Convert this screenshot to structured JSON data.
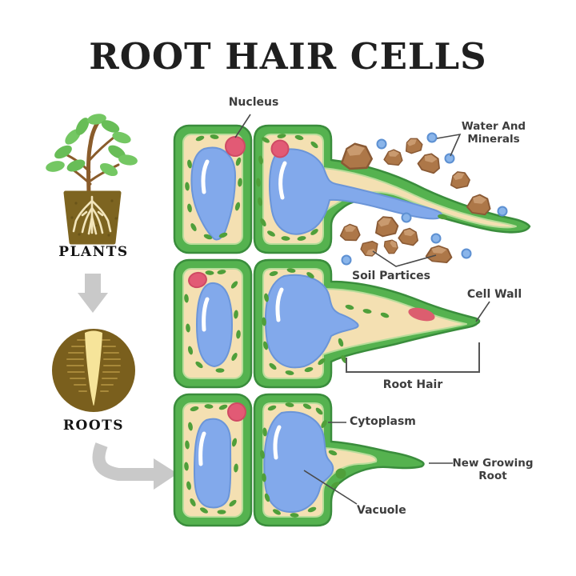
{
  "title": "ROOT HAIR CELLS",
  "left_panel": {
    "plants_label": "PLANTS",
    "roots_label": "ROOTS"
  },
  "annotations": {
    "nucleus": "Nucleus",
    "water_and_minerals": {
      "line1": "Water And",
      "line2": "Minerals"
    },
    "soil_particles": "Soil Partices",
    "cell_wall": "Cell Wall",
    "root_hair": "Root Hair",
    "cytoplasm": "Cytoplasm",
    "new_growing_root": {
      "line1": "New Growing",
      "line2": "Root"
    },
    "vacuole": "Vacuole"
  },
  "colors": {
    "cell_wall_green": "#55b24f",
    "cell_wall_outline": "#3a8d3c",
    "cytoplasm_cream": "#f4e0b2",
    "vacuole_blue": "#82a9eb",
    "nucleus_pink": "#e25a75",
    "organelle_green": "#4f9f3a",
    "soil_brown": "#ad7748",
    "water_dot_blue": "#8ab5ea",
    "arrow_gray": "#c9c9c9",
    "label_text": "#3d3d3d"
  }
}
